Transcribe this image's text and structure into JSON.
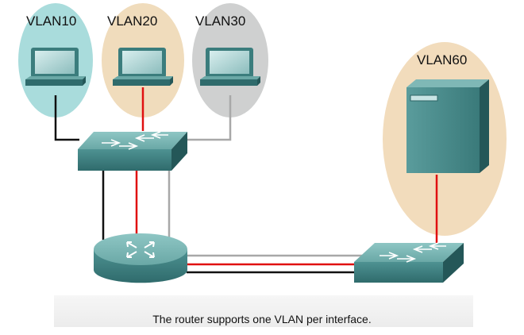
{
  "labels": {
    "vlan10": "VLAN10",
    "vlan20": "VLAN20",
    "vlan30": "VLAN30",
    "vlan60": "VLAN60"
  },
  "caption": "The router supports one VLAN per interface.",
  "colors": {
    "vlan10_ellipse": "#a9dcdc",
    "vlan20_ellipse": "#f0dcbc",
    "vlan30_ellipse": "#cfd0d0",
    "vlan60_ellipse": "#f2dcbc",
    "device_body": "#4f9494",
    "vlan10_link": "#111111",
    "vlan20_link": "#e01010",
    "vlan30_link": "#a8a8a8"
  },
  "icons": [
    "pc-icon",
    "server-icon",
    "switch-icon",
    "router-icon"
  ]
}
